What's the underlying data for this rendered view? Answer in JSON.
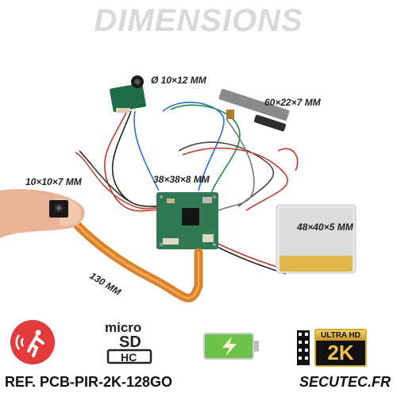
{
  "header": {
    "title": "DIMENSIONS"
  },
  "labels": {
    "lens": "Ø 10×12 MM",
    "sensor": "60×22×7 MM",
    "camera": "10×10×7 MM",
    "board": "38×38×8 MM",
    "battery": "48×40×5 MM",
    "cable": "130 MM"
  },
  "badges": {
    "micro": "micro",
    "hc": "HC",
    "ultra_hd": "ULTRA HD",
    "resolution": "2K"
  },
  "footer": {
    "reference": "REF. PCB-PIR-2K-128GO",
    "website": "SECUTEC.FR"
  }
}
